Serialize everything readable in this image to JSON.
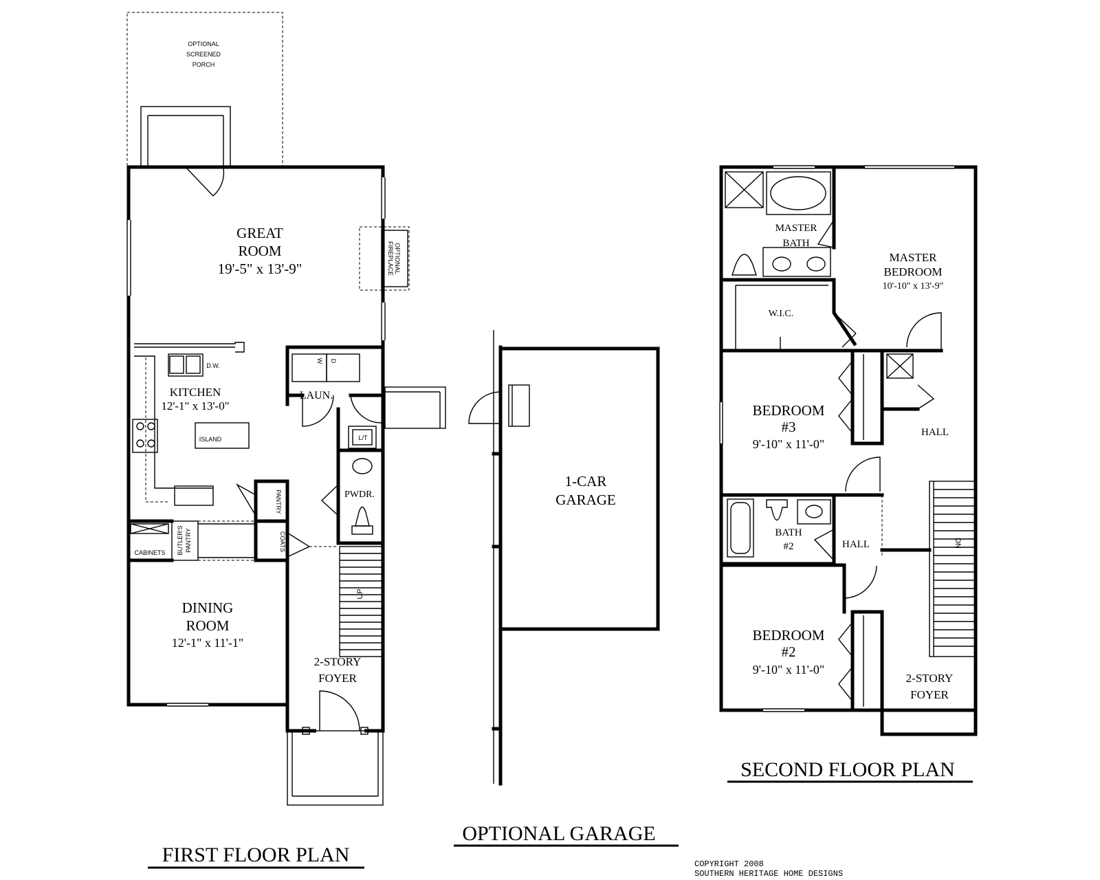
{
  "first_floor": {
    "title": "FIRST FLOOR PLAN",
    "porch": [
      "OPTIONAL",
      "SCREENED",
      "PORCH"
    ],
    "great_room": [
      "GREAT",
      "ROOM"
    ],
    "great_room_dims": "19'-5\" x 13'-9\"",
    "fireplace": [
      "OPTIONAL",
      "FIREPLACE"
    ],
    "kitchen": "KITCHEN",
    "kitchen_dims": "12'-1\" x 13'-0\"",
    "dw": "D.W.",
    "island": "ISLAND",
    "laundry": "LAUN.",
    "washer": "W",
    "dryer": "D",
    "laundry_tub": "L/T",
    "pantry": "PANTRY",
    "butlers_pantry": [
      "BUTLER'S",
      "PANTRY"
    ],
    "cabinets": "CABINETS",
    "coats": "COATS",
    "powder": "PWDR.",
    "dining": [
      "DINING",
      "ROOM"
    ],
    "dining_dims": "12'-1\" x 11'-1\"",
    "stair": "UP",
    "foyer": [
      "2-STORY",
      "FOYER"
    ]
  },
  "garage": {
    "title": "OPTIONAL GARAGE",
    "label": [
      "1-CAR",
      "GARAGE"
    ]
  },
  "second_floor": {
    "title": "SECOND FLOOR PLAN",
    "master_bath": [
      "MASTER",
      "BATH"
    ],
    "master_bedroom": [
      "MASTER",
      "BEDROOM"
    ],
    "master_bedroom_dims": "10'-10\" x 13'-9\"",
    "wic": "W.I.C.",
    "bedroom3": [
      "BEDROOM",
      "#3"
    ],
    "bedroom3_dims": "9'-10\" x 11'-0\"",
    "hall_upper": "HALL",
    "bath2": [
      "BATH",
      "#2"
    ],
    "hall_lower": "HALL",
    "stair": "DN",
    "bedroom2": [
      "BEDROOM",
      "#2"
    ],
    "bedroom2_dims": "9'-10\" x 11'-0\"",
    "foyer": [
      "2-STORY",
      "FOYER"
    ]
  },
  "copyright": [
    "COPYRIGHT 2008",
    "SOUTHERN HERITAGE HOME DESIGNS"
  ]
}
